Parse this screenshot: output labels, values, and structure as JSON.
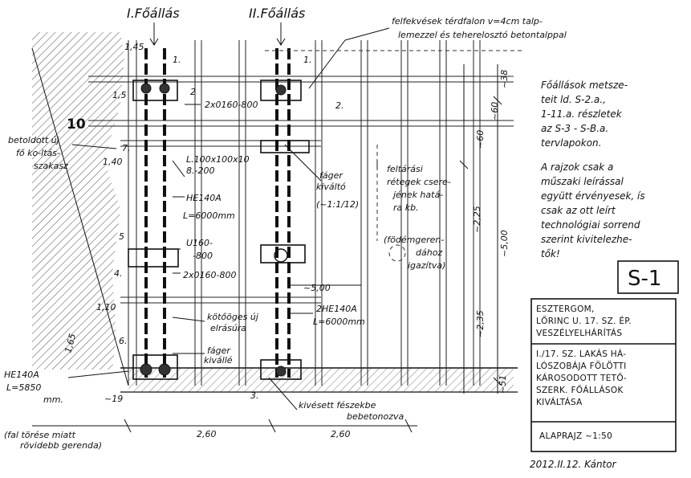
{
  "frames": {
    "frame1": "I.Főállás",
    "frame2": "II.Főállás"
  },
  "notes": {
    "top_right_1": "felfekvések térdfalon v=4cm talp-",
    "top_right_2": "lemezzel és teherelosztó betontalppal",
    "betoldott_1": "betoldott új",
    "betoldott_2": "fő ko-ltás-",
    "betoldott_3": "szakasz",
    "label_10": "10",
    "label_2x0160": "2x0160-800",
    "label_1_top": "1.",
    "label_2_top": "2",
    "label_1_top2": "1.",
    "label_2_right": "2.",
    "label_l": "L.100x100x10",
    "label_l2": "8.-200",
    "label_14": "1,40",
    "label_7": "7.",
    "label_he140a": "HE140A",
    "label_l6000": "L=6000mm",
    "label_5": "5",
    "label_u160": "U160-",
    "label_u160_2": "-800",
    "label_4": "4.",
    "label_2x0160b": "2x0160-800",
    "label_110": "1,10",
    "label_kotoges_1": "kötőöges új",
    "label_kotoges_2": "elrásúra",
    "label_6": "6.",
    "label_fager_1": "fáger",
    "label_fager_2": "kivállé",
    "label_fager2_1": "fáger",
    "label_fager2_2": "kiváltó",
    "label_117": "(~1:1/12)",
    "label_he140a_left": "HE140A",
    "label_l5850": "L=5850",
    "label_mm": "mm.",
    "label_fal_1": "(fal törése miatt",
    "label_fal_2": "rövidebb gerenda)",
    "label_19": "~19",
    "label_3": "3.",
    "label_kivesett_1": "kivésett fészekbe",
    "label_kivesett_2": "bebetonozva",
    "label_260a": "2,60",
    "label_260b": "2,60",
    "label_500": "~5,00",
    "label_2he140a": "2HE140A",
    "label_l6000b": "L=6000mm",
    "label_feltarasi_1": "feltárási",
    "label_feltarasi_2": "rétegek csere-",
    "label_feltarasi_3": "jének hatá-",
    "label_feltarasi_4": "ra kb.",
    "label_feltarasi_5": "(födémgeren-",
    "label_feltarasi_6": "dához",
    "label_feltarasi_7": "igazítva)",
    "label_15": "1,5",
    "label_dim_145": "1,45",
    "label_dim_235": "~2,35",
    "label_dim_225": "~2,25",
    "label_dim_500v": "~5,00",
    "label_dim_60": "~60",
    "label_dim_60b": "~60",
    "label_dim_38": "~38",
    "label_dim_51": "~51",
    "label_dim_165": "1,65"
  },
  "side_text": {
    "p1": [
      "Főállások metsze-",
      "teit ld. S-2.a.,",
      "1-11.a. részletek",
      "az S-3 - S-B.a.",
      "tervlapokon."
    ],
    "p2": [
      "A rajzok csak a",
      "műszaki leírással",
      "együtt érvényesek, ís",
      "csak az ott leírt",
      "technológiai sorrend",
      "szerint kivitelezhe-",
      "tők!"
    ]
  },
  "sheet_no": "S-1",
  "title_block": {
    "project": [
      "ESZTERGOM,",
      "LŐRINC U. 17. SZ. ÉP.",
      "VESZÉLYELHÁRÍTÁS"
    ],
    "subject": [
      "I./17. SZ. LAKÁS HÁ-",
      "LÓSZOBÁJA FÖLÖTTI",
      "KÁROSODOTT TETŐ-",
      "SZERK. FŐÁLLÁSOK",
      "KIVÁLTÁSA"
    ],
    "scale": "ALAPRAJZ ~1:50",
    "date_sig": "2012.II.12. Kántor"
  },
  "colors": {
    "ink": "#111111",
    "paper": "#ffffff"
  }
}
